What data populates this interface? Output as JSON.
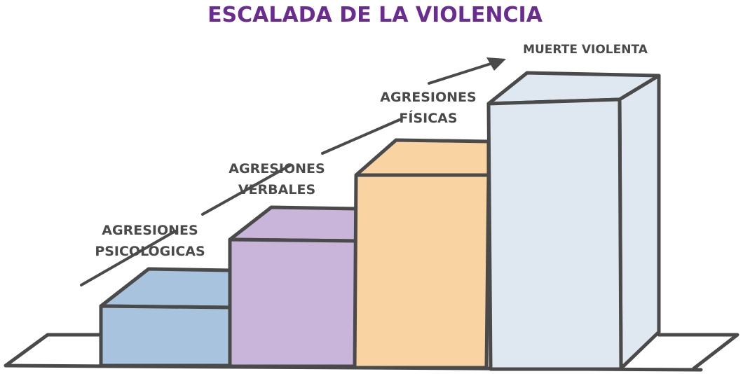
{
  "title": "ESCALADA DE LA VIOLENCIA",
  "steps": [
    {
      "line1": "AGRESIONES",
      "line2": "PSICOLÓGICAS",
      "color": "#a7c3dd"
    },
    {
      "line1": "AGRESIONES",
      "line2": "VERBALES",
      "color": "#c9b4da"
    },
    {
      "line1": "AGRESIONES",
      "line2": "FÍSICAS",
      "color": "#fad3a3"
    },
    {
      "line1": "MUERTE VIOLENTA",
      "line2": "",
      "color": "#dfe8f1"
    }
  ],
  "colors": {
    "title": "#6b2c91",
    "stroke": "#4a4a4a",
    "label": "#4a4a4a"
  }
}
